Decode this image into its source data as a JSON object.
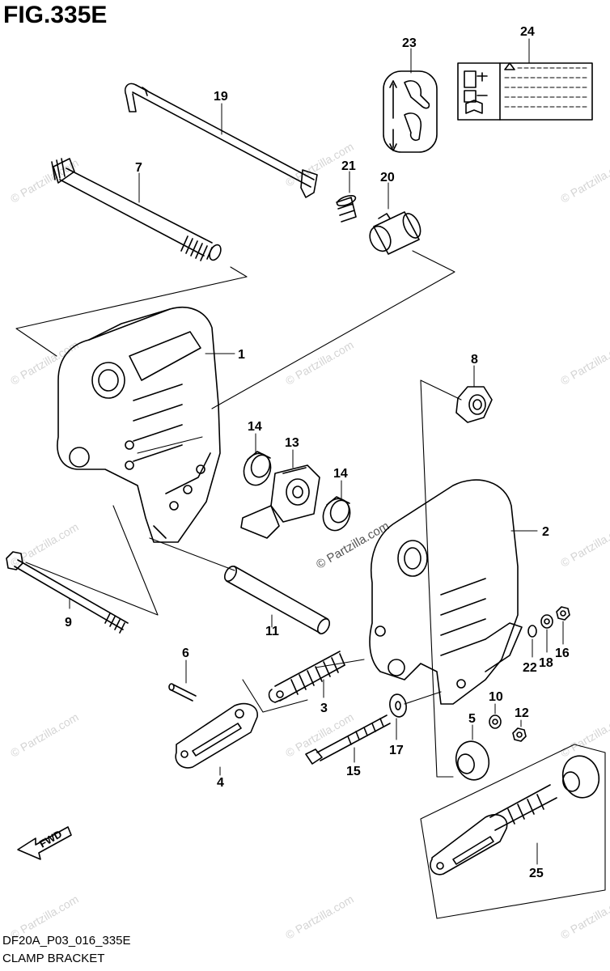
{
  "figure": {
    "title": "FIG.335E",
    "code": "DF20A_P03_016_335E",
    "name": "CLAMP BRACKET",
    "watermark": "© Partzilla.com",
    "fwd_label": "FWD"
  },
  "callouts": {
    "c1": "1",
    "c2": "2",
    "c3": "3",
    "c4": "4",
    "c5": "5",
    "c6": "6",
    "c7": "7",
    "c8": "8",
    "c9": "9",
    "c10": "10",
    "c11": "11",
    "c12": "12",
    "c13": "13",
    "c14a": "14",
    "c14b": "14",
    "c15": "15",
    "c16": "16",
    "c17": "17",
    "c18": "18",
    "c19": "19",
    "c20": "20",
    "c21": "21",
    "c22": "22",
    "c23": "23",
    "c24": "24",
    "c25": "25"
  }
}
